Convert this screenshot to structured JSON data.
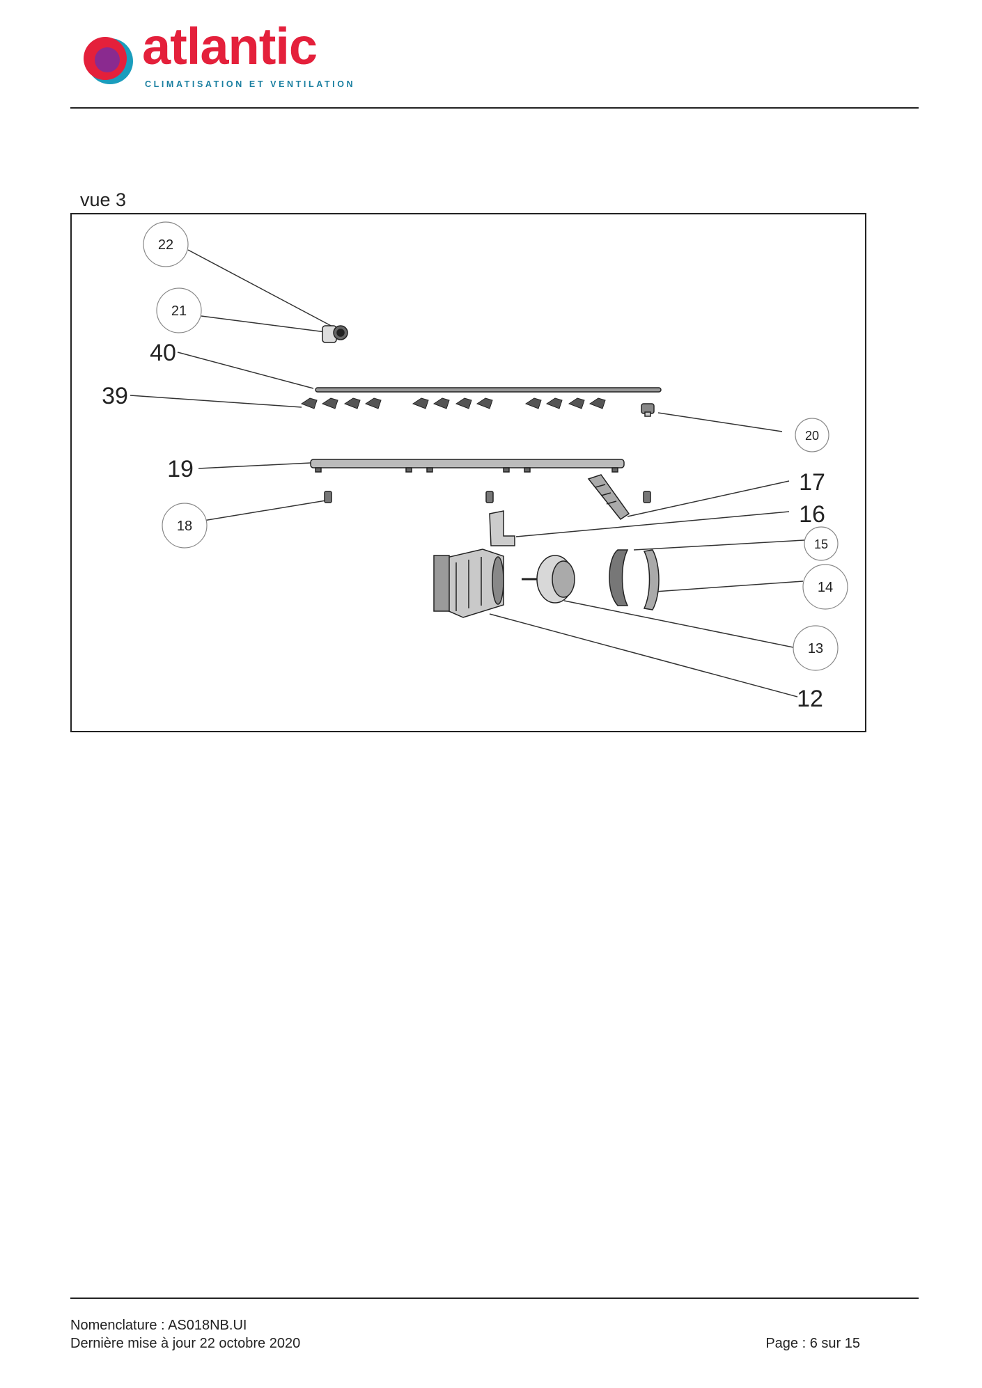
{
  "header": {
    "logo_word": "atlantic",
    "logo_tagline": "CLIMATISATION ET VENTILATION",
    "brand_colors": {
      "red": "#e4203b",
      "purple": "#8a2a8f",
      "teal": "#1a9dbd"
    }
  },
  "view_label": "vue 3",
  "diagram": {
    "callouts": {
      "c22": "22",
      "c21": "21",
      "c40": "40",
      "c39": "39",
      "c20": "20",
      "c19": "19",
      "c18": "18",
      "c17": "17",
      "c16": "16",
      "c15": "15",
      "c14": "14",
      "c13": "13",
      "c12": "12"
    }
  },
  "footer": {
    "line1": "Nomenclature : AS018NB.UI",
    "line2": "Dernière mise à jour 22 octobre 2020",
    "page": "Page : 6 sur 15"
  }
}
